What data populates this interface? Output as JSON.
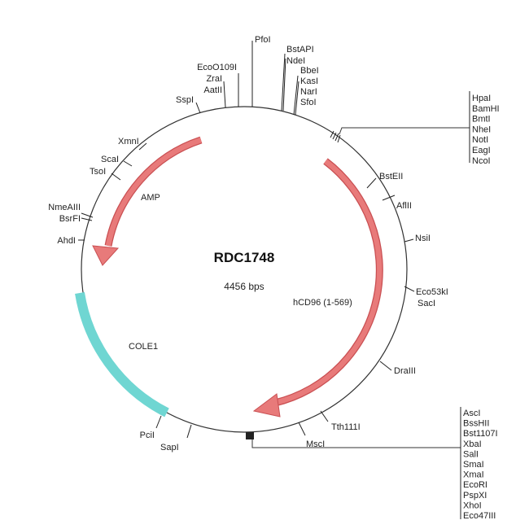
{
  "plasmid": {
    "name": "RDC1748",
    "size": "4456 bps"
  },
  "features": {
    "amp": {
      "label": "AMP",
      "color": "#e87a7a"
    },
    "hcd96": {
      "label": "hCD96 (1-569)",
      "color": "#e87a7a"
    },
    "cole1": {
      "label": "COLE1",
      "color": "#6fd6d2"
    }
  },
  "sites": {
    "pfoi": "PfoI",
    "bstapi": "BstAPI",
    "ndei": "NdeI",
    "bbei": "BbeI",
    "kasi": "KasI",
    "nari": "NarI",
    "sfoi": "SfoI",
    "eco0109i": "EcoO109I",
    "zrai": "ZraI",
    "aatii": "AatII",
    "sspi": "SspI",
    "xmni": "XmnI",
    "scai": "ScaI",
    "tsoi": "TsoI",
    "nmeaiii": "NmeAIII",
    "bsrfi": "BsrFI",
    "ahdi": "AhdI",
    "bsteii": "BstEII",
    "aflii": "AflII",
    "nsii": "NsiI",
    "eco53ki": "Eco53kI",
    "saci": "SacI",
    "draiii": "DraIII",
    "tth111i": "Tth111I",
    "msci": "MscI",
    "pcii": "PciI",
    "sapi": "SapI"
  },
  "mcs_top": [
    "HpaI",
    "BamHI",
    "BmtI",
    "NheI",
    "NotI",
    "EagI",
    "NcoI"
  ],
  "mcs_bottom": [
    "AscI",
    "BssHII",
    "Bst1107I",
    "XbaI",
    "SalI",
    "SmaI",
    "XmaI",
    "EcoRI",
    "PspXI",
    "XhoI",
    "Eco47III"
  ]
}
